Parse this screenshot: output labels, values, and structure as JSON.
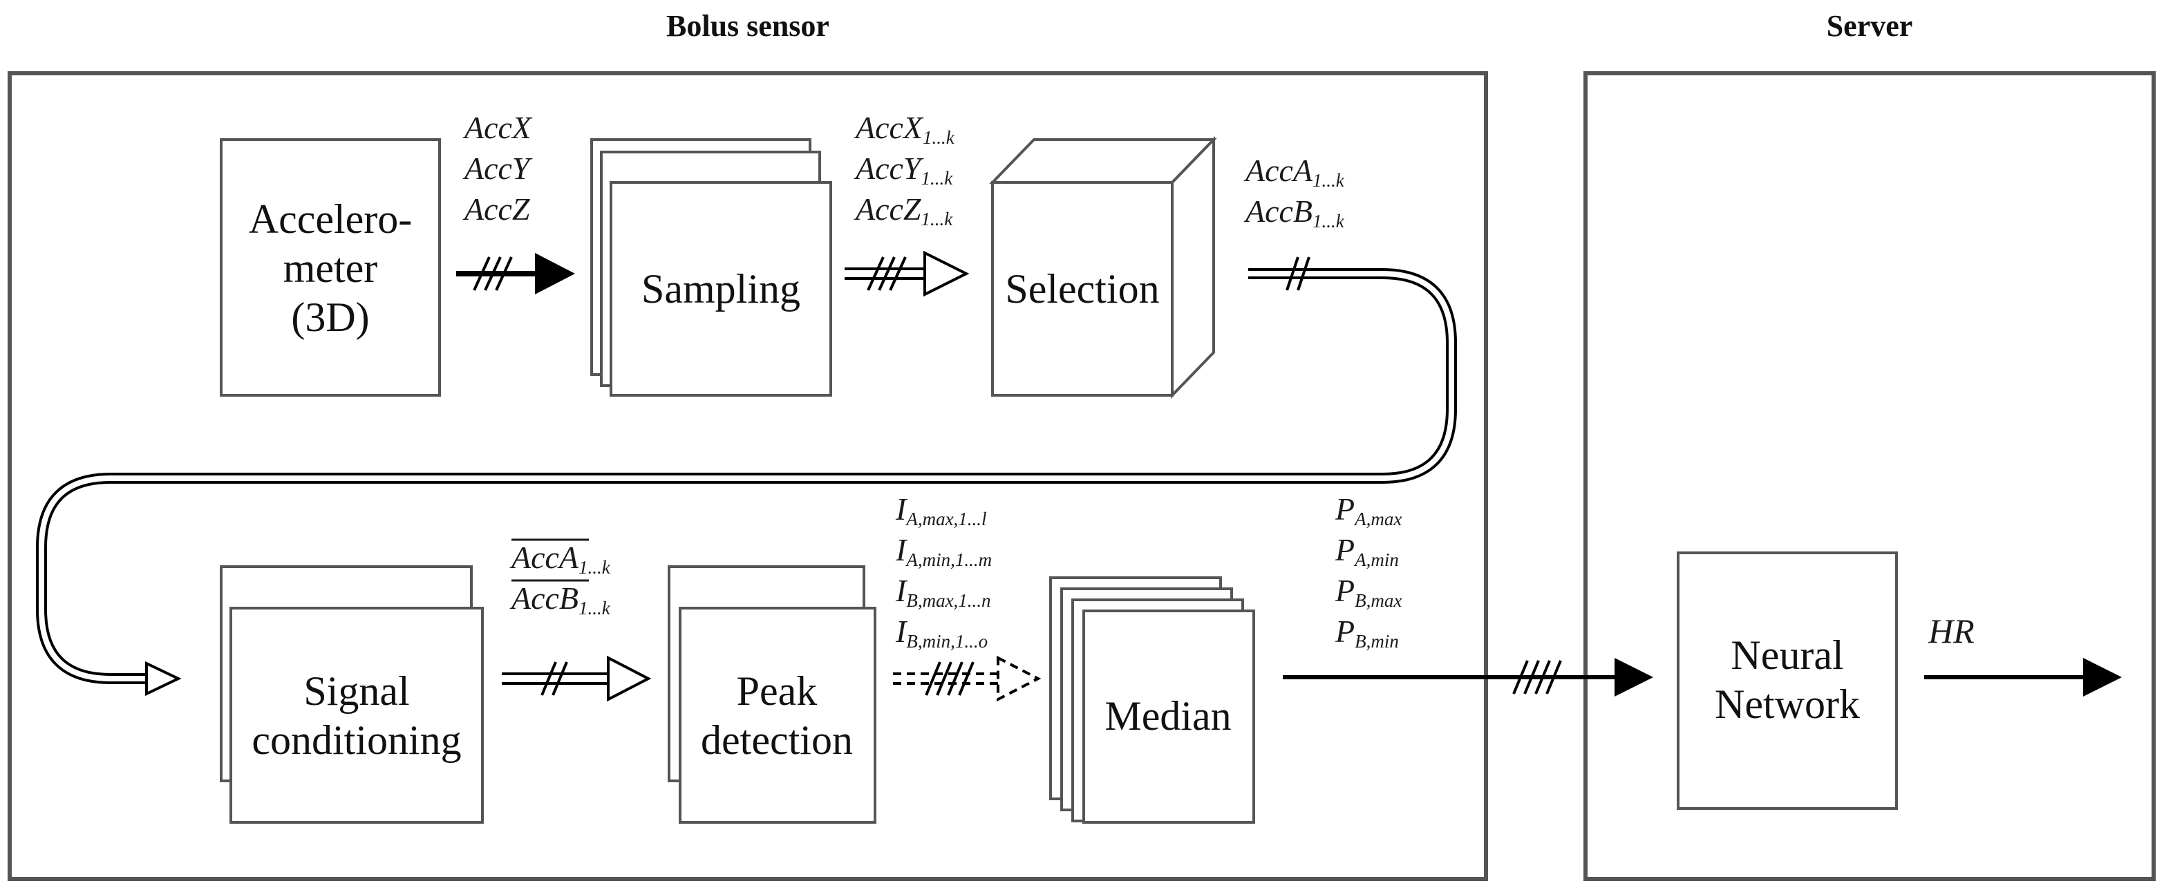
{
  "sections": {
    "bolus_sensor": "Bolus sensor",
    "server": "Server"
  },
  "blocks": {
    "accelerometer": [
      "Accelero-",
      "meter",
      "(3D)"
    ],
    "sampling": [
      "Sampling"
    ],
    "selection": [
      "Selection"
    ],
    "signal_conditioning": [
      "Signal",
      "conditioning"
    ],
    "peak_detection": [
      "Peak",
      "detection"
    ],
    "median": [
      "Median"
    ],
    "neural_network": [
      "Neural",
      "Network"
    ]
  },
  "signals": {
    "raw": [
      "AccX",
      "AccY",
      "AccZ"
    ],
    "sampled": [
      {
        "base": "AccX",
        "sub": "1...k"
      },
      {
        "base": "AccY",
        "sub": "1...k"
      },
      {
        "base": "AccZ",
        "sub": "1...k"
      }
    ],
    "selected": [
      {
        "base": "AccA",
        "sub": "1...k"
      },
      {
        "base": "AccB",
        "sub": "1...k"
      }
    ],
    "conditioned": [
      {
        "base": "AccA",
        "sub": "1...k"
      },
      {
        "base": "AccB",
        "sub": "1...k"
      }
    ],
    "peaks": [
      {
        "base": "I",
        "sub": "A,max,1...l"
      },
      {
        "base": "I",
        "sub": "A,min,1...m"
      },
      {
        "base": "I",
        "sub": "B,max,1...n"
      },
      {
        "base": "I",
        "sub": "B,min,1...o"
      }
    ],
    "medians": [
      {
        "base": "P",
        "sub": "A,max"
      },
      {
        "base": "P",
        "sub": "A,min"
      },
      {
        "base": "P",
        "sub": "B,max"
      },
      {
        "base": "P",
        "sub": "B,min"
      }
    ],
    "output": "HR"
  }
}
